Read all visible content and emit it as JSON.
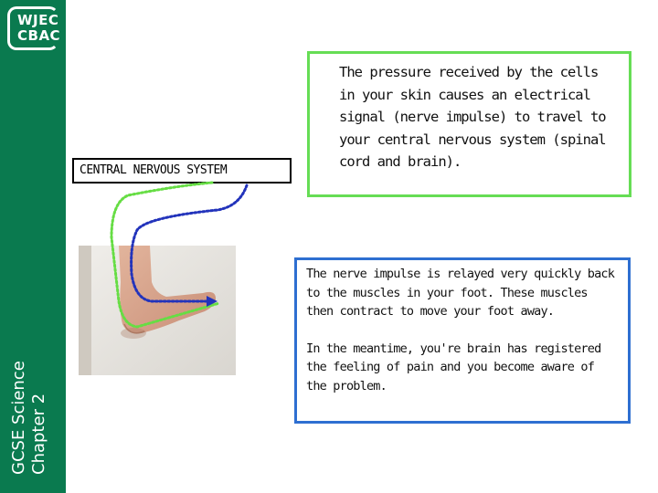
{
  "logo": {
    "line1": "WJEC",
    "line2": "CBAC"
  },
  "sidebar": {
    "title_line1": "GCSE  Science",
    "title_line2": "Chapter 2"
  },
  "cns_label": "CENTRAL NERVOUS SYSTEM",
  "green_box_text": "The pressure received by the cells in your skin causes an electrical signal (nerve impulse) to travel to your central nervous system (spinal cord and brain).",
  "blue_box": {
    "para1": "The nerve impulse is relayed very quickly back to the muscles in your foot. These muscles then contract to move your foot away.",
    "para2": "In the meantime, you're brain has registered the feeling of pain and you become aware of the problem."
  },
  "colors": {
    "sidebar": "#0a7a4f",
    "green_border": "#66dd55",
    "blue_border": "#2e6fd1",
    "green_arrow": "#66dd44",
    "blue_arrow": "#2233bb"
  }
}
